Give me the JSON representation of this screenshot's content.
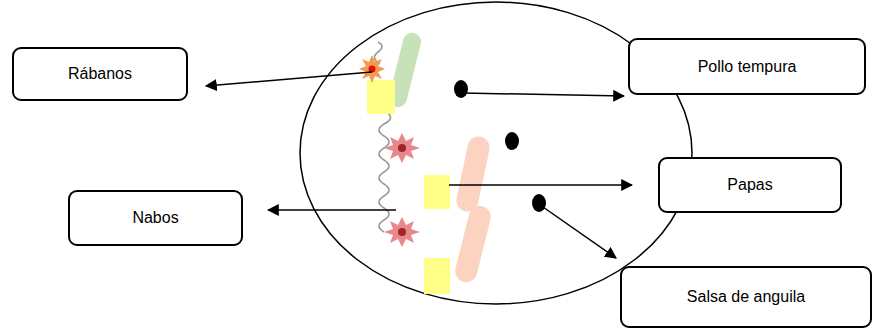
{
  "diagram": {
    "nodes": [
      {
        "text": [
          "Pollo tempura"
        ]
      },
      {
        "text": [
          "Rábanos"
        ]
      },
      {
        "text": [
          "Papas"
        ]
      },
      {
        "text": [
          "Nabos"
        ]
      },
      {
        "text": [
          "Salsa de anguila"
        ]
      }
    ]
  }
}
